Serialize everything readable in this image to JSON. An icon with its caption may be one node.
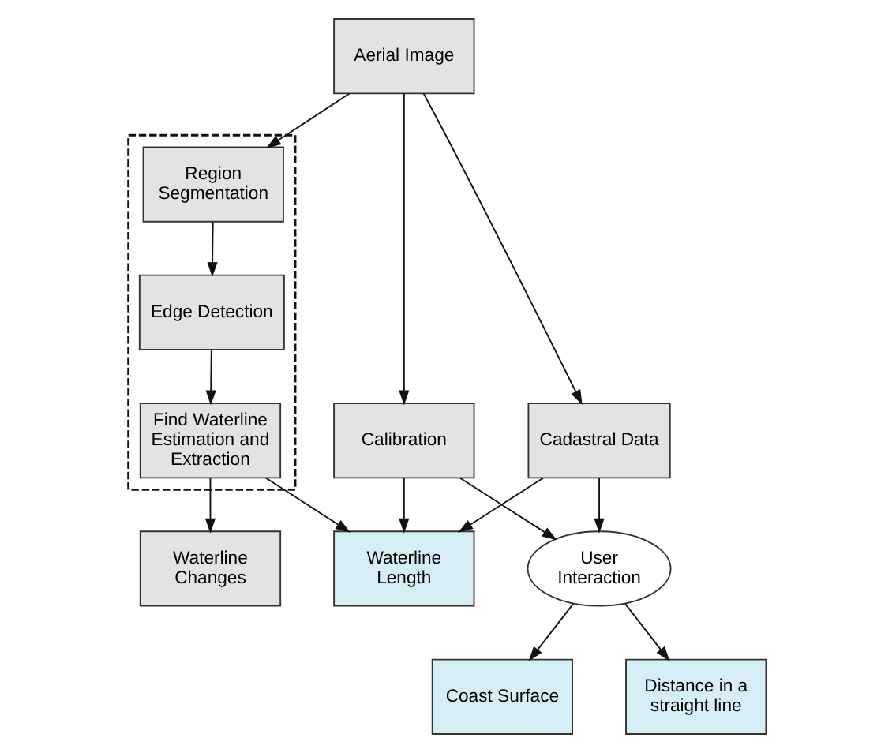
{
  "diagram": {
    "nodes": [
      {
        "text": [
          "Aerial Image"
        ]
      },
      {
        "text": [],
        "shape": "box"
      },
      {
        "text": [
          "Region Segmentation"
        ],
        "in": 1
      },
      {
        "text": [
          "Edge Detection"
        ],
        "in": 1
      },
      {
        "text": [
          "Find Waterline Estimation and Extraction"
        ],
        "in": 1
      },
      {
        "text": [
          "Cadastral Data"
        ]
      },
      {
        "text": [
          "Calibration"
        ]
      },
      {
        "text": [
          "Waterline Changes"
        ]
      },
      {
        "text": [
          "User Interaction"
        ]
      },
      {
        "text": [
          "Coast Surface"
        ]
      },
      {
        "text": [
          "Distance in a straight line"
        ]
      },
      {
        "text": [
          "Waterline Length"
        ]
      }
    ],
    "edges": [
      {
        "from": 0,
        "to": 2,
        "arrow": "to"
      },
      {
        "from": 2,
        "to": 3,
        "arrow": "to"
      },
      {
        "from": 3,
        "to": 4,
        "arrow": "to"
      },
      {
        "from": 0,
        "to": 5,
        "arrow": "to"
      },
      {
        "from": 0,
        "to": 6,
        "arrow": "to"
      },
      {
        "from": 4,
        "to": 7,
        "arrow": "to"
      },
      {
        "from": 4,
        "to": 11,
        "arrow": "to"
      },
      {
        "from": 5,
        "to": 8,
        "arrow": "to"
      },
      {
        "from": 6,
        "to": 8,
        "arrow": "to"
      },
      {
        "from": 5,
        "to": 11,
        "arrow": "to"
      },
      {
        "from": 6,
        "to": 11,
        "arrow": "to"
      },
      {
        "from": 8,
        "to": 9,
        "arrow": "to"
      },
      {
        "from": 8,
        "to": 10,
        "arrow": "to"
      }
    ]
  }
}
